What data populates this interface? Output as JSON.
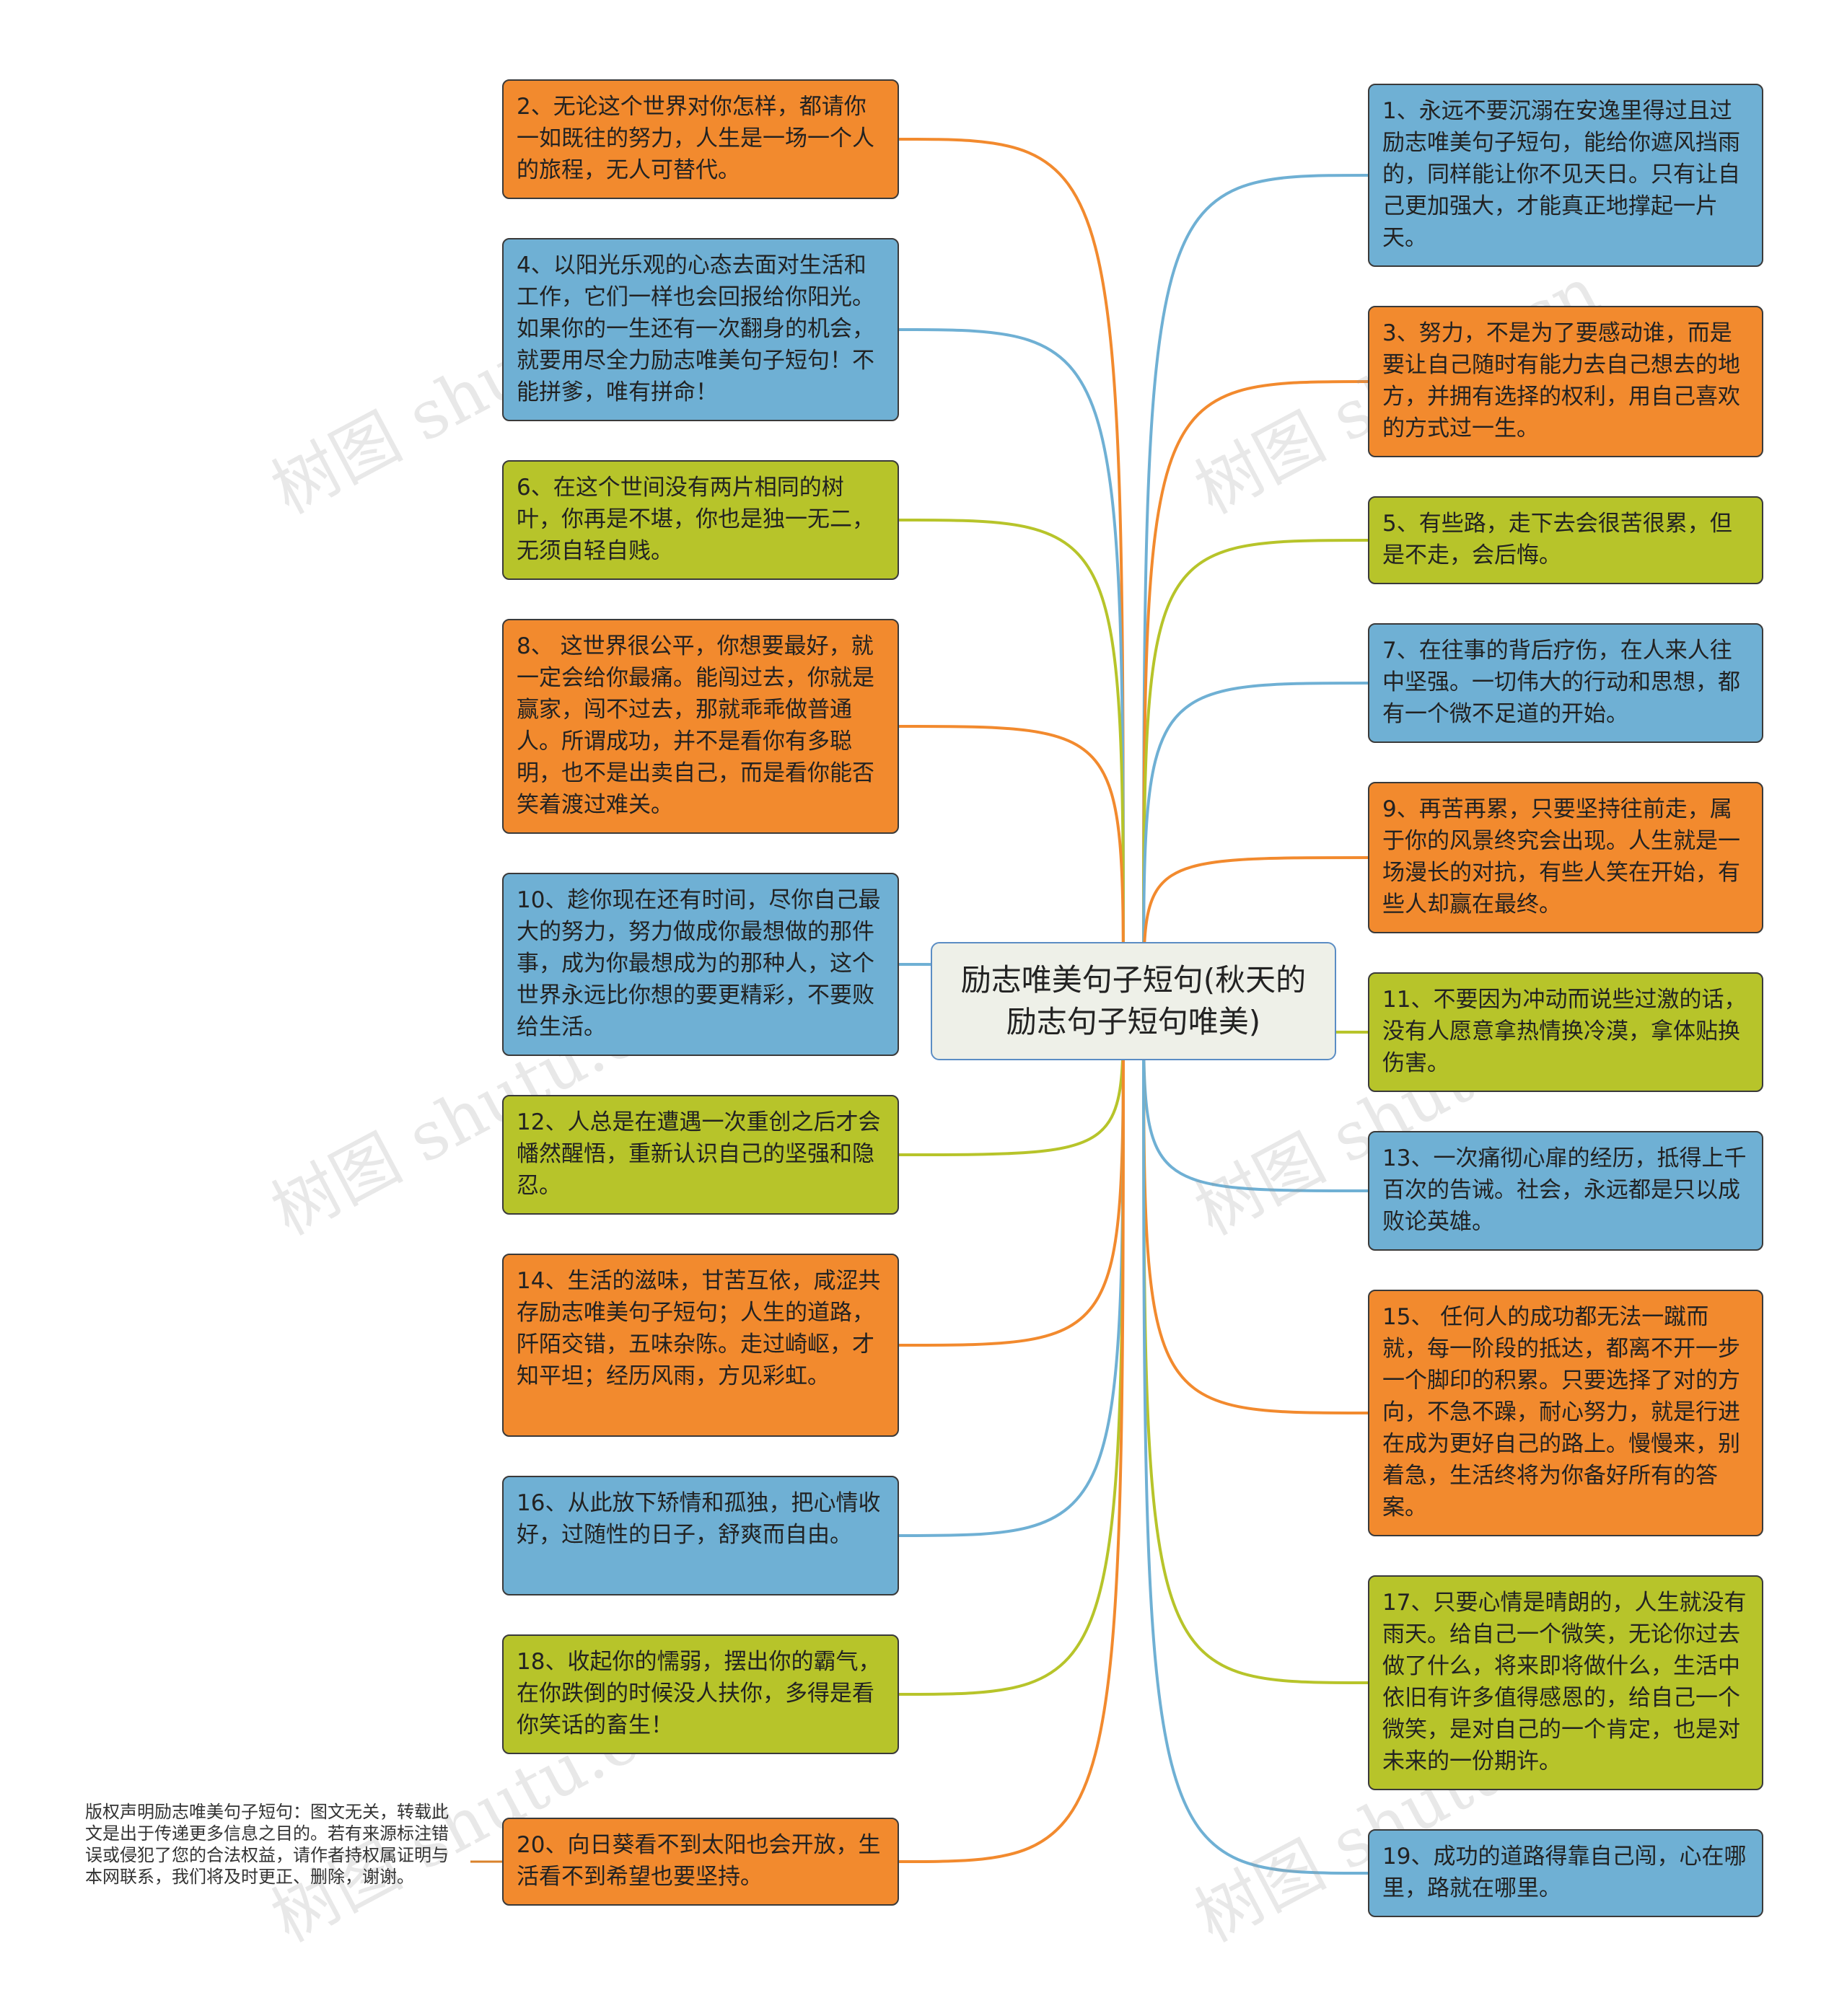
{
  "root": {
    "text": "励志唯美句子短句(秋天的励志句子短句唯美)"
  },
  "left_nodes": [
    {
      "id": "n2",
      "color": "orange",
      "text": "2、无论这个世界对你怎样，都请你一如既往的努力，人生是一场一个人的旅程，无人可替代。"
    },
    {
      "id": "n4",
      "color": "blue",
      "text": "4、以阳光乐观的心态去面对生活和工作，它们一样也会回报给你阳光。如果你的一生还有一次翻身的机会，就要用尽全力励志唯美句子短句！不能拼爹，唯有拼命！"
    },
    {
      "id": "n6",
      "color": "green",
      "text": "6、在这个世间没有两片相同的树叶，你再是不堪，你也是独一无二，无须自轻自贱。"
    },
    {
      "id": "n8",
      "color": "orange",
      "text": "8、 这世界很公平，你想要最好，就一定会给你最痛。能闯过去，你就是赢家，闯不过去，那就乖乖做普通人。所谓成功，并不是看你有多聪明，也不是出卖自己，而是看你能否笑着渡过难关。"
    },
    {
      "id": "n10",
      "color": "blue",
      "text": "10、趁你现在还有时间，尽你自己最大的努力，努力做成你最想做的那件事，成为你最想成为的那种人，这个世界永远比你想的要更精彩，不要败给生活。"
    },
    {
      "id": "n12",
      "color": "green",
      "text": "12、人总是在遭遇一次重创之后才会幡然醒悟，重新认识自己的坚强和隐忍。"
    },
    {
      "id": "n14",
      "color": "orange",
      "text": "14、生活的滋味，甘苦互依，咸涩共存励志唯美句子短句；人生的道路，阡陌交错，五味杂陈。走过崎岖，才知平坦；经历风雨，方见彩虹。"
    },
    {
      "id": "n16",
      "color": "blue",
      "text": "16、从此放下矫情和孤独，把心情收好，过随性的日子，舒爽而自由。"
    },
    {
      "id": "n18",
      "color": "green",
      "text": "18、收起你的懦弱，摆出你的霸气，在你跌倒的时候没人扶你，多得是看你笑话的畜生！"
    },
    {
      "id": "n20",
      "color": "orange",
      "text": "20、向日葵看不到太阳也会开放，生活看不到希望也要坚持。"
    }
  ],
  "right_nodes": [
    {
      "id": "n1",
      "color": "blue",
      "text": "1、永远不要沉溺在安逸里得过且过励志唯美句子短句，能给你遮风挡雨的，同样能让你不见天日。只有让自己更加强大，才能真正地撑起一片天。"
    },
    {
      "id": "n3",
      "color": "orange",
      "text": "3、努力，不是为了要感动谁，而是要让自己随时有能力去自己想去的地方，并拥有选择的权利，用自己喜欢的方式过一生。"
    },
    {
      "id": "n5",
      "color": "green",
      "text": "5、有些路，走下去会很苦很累，但是不走，会后悔。"
    },
    {
      "id": "n7",
      "color": "blue",
      "text": "7、在往事的背后疗伤，在人来人往中坚强。一切伟大的行动和思想，都有一个微不足道的开始。"
    },
    {
      "id": "n9",
      "color": "orange",
      "text": "9、再苦再累，只要坚持往前走，属于你的风景终究会出现。人生就是一场漫长的对抗，有些人笑在开始，有些人却赢在最终。"
    },
    {
      "id": "n11",
      "color": "green",
      "text": "11、不要因为冲动而说些过激的话，没有人愿意拿热情换冷漠，拿体贴换伤害。"
    },
    {
      "id": "n13",
      "color": "blue",
      "text": "13、一次痛彻心扉的经历，抵得上千百次的告诫。社会，永远都是只以成败论英雄。"
    },
    {
      "id": "n15",
      "color": "orange",
      "text": "15、 任何人的成功都无法一蹴而就，每一阶段的抵达，都离不开一步一个脚印的积累。只要选择了对的方向，不急不躁，耐心努力，就是行进在成为更好自己的路上。慢慢来，别着急，生活终将为你备好所有的答案。"
    },
    {
      "id": "n17",
      "color": "green",
      "text": "17、只要心情是晴朗的，人生就没有雨天。给自己一个微笑，无论你过去做了什么，将来即将做什么，生活中依旧有许多值得感恩的，给自己一个微笑，是对自己的一个肯定，也是对未来的一份期许。"
    },
    {
      "id": "n19",
      "color": "blue",
      "text": "19、成功的道路得靠自己闯，心在哪里，路就在哪里。"
    }
  ],
  "note": {
    "text": "版权声明励志唯美句子短句：图文无关，转载此文是出于传递更多信息之目的。若有来源标注错误或侵犯了您的合法权益，请作者持权属证明与本网联系，我们将及时更正、删除，谢谢。"
  },
  "watermark": {
    "text": "树图 shutu.cn"
  },
  "colors": {
    "orange": "#f28a2e",
    "blue": "#6fb0d4",
    "green": "#b7c42a",
    "root_border": "#5b8dc4",
    "note_line": "#d9822b"
  }
}
